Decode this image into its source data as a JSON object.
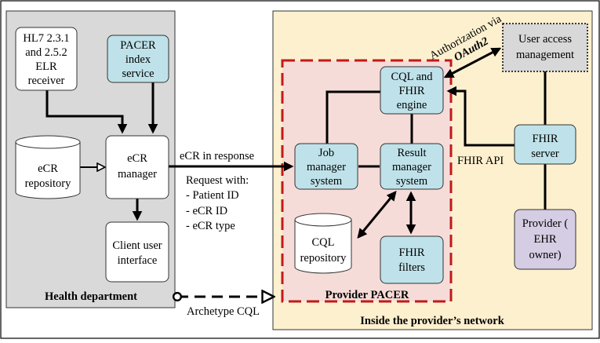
{
  "colors": {
    "health_dept_bg": "#d9d9d9",
    "provider_network_bg": "#fdf0cf",
    "pacer_bg": "#f6dcd8",
    "pacer_border": "#c01a1a",
    "light_blue": "#bfe2ea",
    "user_access_bg": "#d8d8d8",
    "provider_purple": "#d5cde3",
    "white": "#ffffff"
  },
  "regions": {
    "health_department": "Health department",
    "provider_network": "Inside the provider’s network",
    "provider_pacer": "Provider PACER"
  },
  "nodes": {
    "hl7": [
      "HL7 2.3.1",
      "and 2.5.2",
      "ELR",
      "receiver"
    ],
    "pacer_index": [
      "PACER",
      "index",
      "service"
    ],
    "ecr_repository": [
      "eCR",
      "repository"
    ],
    "ecr_manager": [
      "eCR",
      "manager"
    ],
    "client_ui": [
      "Client user",
      "interface"
    ],
    "cql_fhir_engine": [
      "CQL and",
      "FHIR",
      "engine"
    ],
    "job_manager": [
      "Job",
      "manager",
      "system"
    ],
    "result_manager": [
      "Result",
      "manager",
      "system"
    ],
    "cql_repository": [
      "CQL",
      "repository"
    ],
    "fhir_filters": [
      "FHIR",
      "filters"
    ],
    "user_access": [
      "User access",
      "management"
    ],
    "fhir_server": [
      "FHIR",
      "server"
    ],
    "provider_ehr": [
      "Provider (",
      "EHR",
      "owner)"
    ]
  },
  "edge_labels": {
    "ecr_in_response": "eCR in response",
    "request_with": [
      "Request with:",
      "- Patient ID",
      "- eCR ID",
      "- eCR type"
    ],
    "authorization_via": "Authorization via",
    "oauth2": "OAuth2",
    "fhir_api": "FHIR API",
    "archetype_cql": "Archetype CQL"
  }
}
